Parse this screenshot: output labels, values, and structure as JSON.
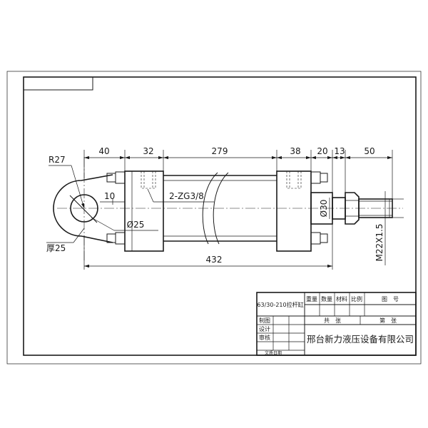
{
  "dimensions": {
    "radius": "R27",
    "len_40": "40",
    "len_32": "32",
    "len_279": "279",
    "len_38": "38",
    "len_20": "20",
    "len_13": "13",
    "len_50": "50",
    "len_10": "10",
    "port_thread": "2-ZG3/8",
    "pin_dia": "Ø25",
    "rod_dia": "Ø30",
    "thickness": "厚25",
    "total_length": "432",
    "rod_thread": "M22X1.5"
  },
  "title_block": {
    "drawing_name": "63/30-210拉杆缸",
    "col_weight": "重量",
    "col_quantity": "数量",
    "col_material": "材料",
    "col_scale": "比例",
    "col_drawing_no": "图　号",
    "sheets_total": "共　张",
    "sheet_no": "第　张",
    "drawn": "制图",
    "designed": "设计",
    "checked": "审核",
    "doc_date": "文质日期",
    "company": "邢台新力液压设备有限公司"
  }
}
